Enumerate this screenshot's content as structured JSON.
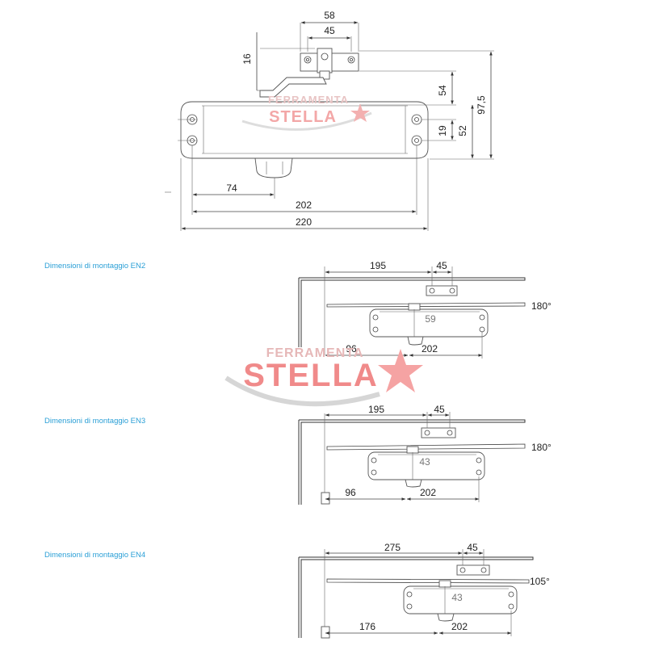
{
  "top_view": {
    "dim_58": "58",
    "dim_45": "45",
    "dim_16": "16",
    "dim_54": "54",
    "dim_97_5": "97,5",
    "dim_19": "19",
    "dim_52": "52",
    "dim_74": "74",
    "dim_202": "202",
    "dim_220": "220"
  },
  "watermark": {
    "line1": "FERRAMENTA",
    "line2": "STELLA"
  },
  "sections": [
    {
      "label": "Dimensioni di montaggio EN2",
      "dim_a": "195",
      "dim_b": "45",
      "angle": "180°",
      "inner": "59",
      "dim_c": "96",
      "dim_d": "202"
    },
    {
      "label": "Dimensioni di montaggio EN3",
      "dim_a": "195",
      "dim_b": "45",
      "angle": "180°",
      "inner": "43",
      "dim_c": "96",
      "dim_d": "202"
    },
    {
      "label": "Dimensioni di montaggio EN4",
      "dim_a": "275",
      "dim_b": "45",
      "angle": "105°",
      "inner": "43",
      "dim_c": "176",
      "dim_d": "202"
    }
  ],
  "colors": {
    "label_blue": "#2a9fd6",
    "watermark_red": "#f08a8a",
    "line": "#444444"
  }
}
